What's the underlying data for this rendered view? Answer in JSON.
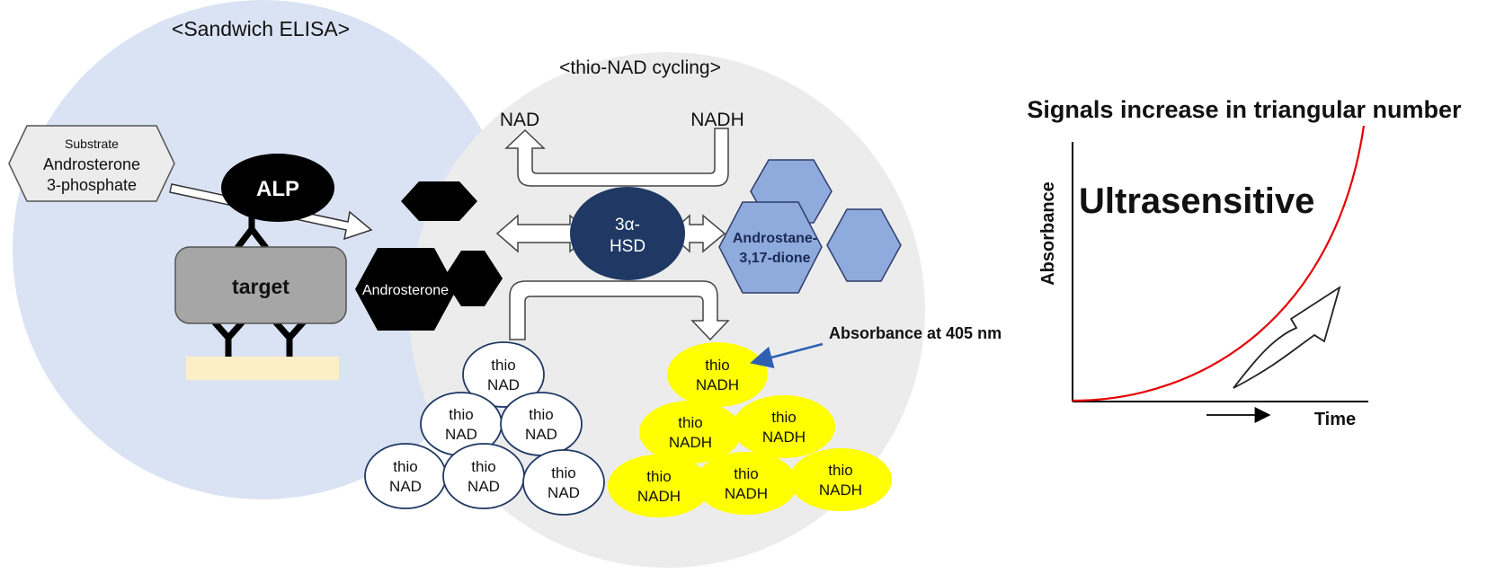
{
  "elisa": {
    "title": "<Sandwich ELISA>",
    "substrate": [
      "Substrate",
      "Androsterone",
      "3-phosphate"
    ],
    "enzyme": "ALP",
    "target": "target",
    "product": "Androsterone"
  },
  "cycling": {
    "title": "<thio-NAD cycling>",
    "nad": "NAD",
    "nadh": "NADH",
    "enzyme": [
      "3α-",
      "HSD"
    ],
    "product": [
      "Androstane-",
      "3,17-dione"
    ],
    "thio_nad": [
      "thio",
      "NAD"
    ],
    "thio_nadh": [
      "thio",
      "NADH"
    ],
    "absorbance_note": "Absorbance at 405 nm"
  },
  "graph": {
    "title": "Signals increase in triangular number",
    "ylabel": "Absorbance",
    "xlabel": "Time",
    "annotation": "Ultrasensitive"
  },
  "colors": {
    "elisa_circle": "#dae3f3",
    "cycling_circle": "#ececec",
    "hsd": "#1f3864",
    "androstanedione": "#8faadc",
    "thio_nadh": "#ffff00",
    "thio_nad_stroke": "#203864",
    "curve": "#e60000",
    "pointer": "#2f5fb3"
  }
}
